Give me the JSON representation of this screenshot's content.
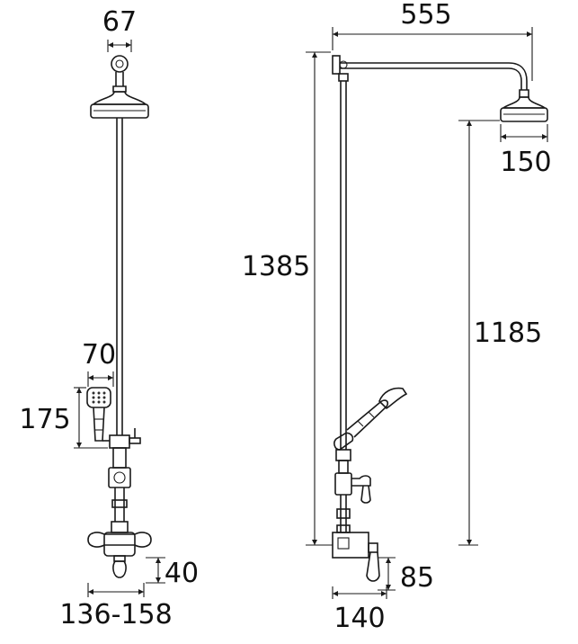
{
  "diagram": {
    "front_view": {
      "top_width": "67",
      "handset_offset": "70",
      "handset_height": "175",
      "valve_projection": "40",
      "valve_width_range": "136-158"
    },
    "side_view": {
      "arm_reach": "555",
      "head_diameter": "150",
      "total_height": "1385",
      "head_height": "1185",
      "valve_depth": "85",
      "valve_width": "140"
    }
  }
}
